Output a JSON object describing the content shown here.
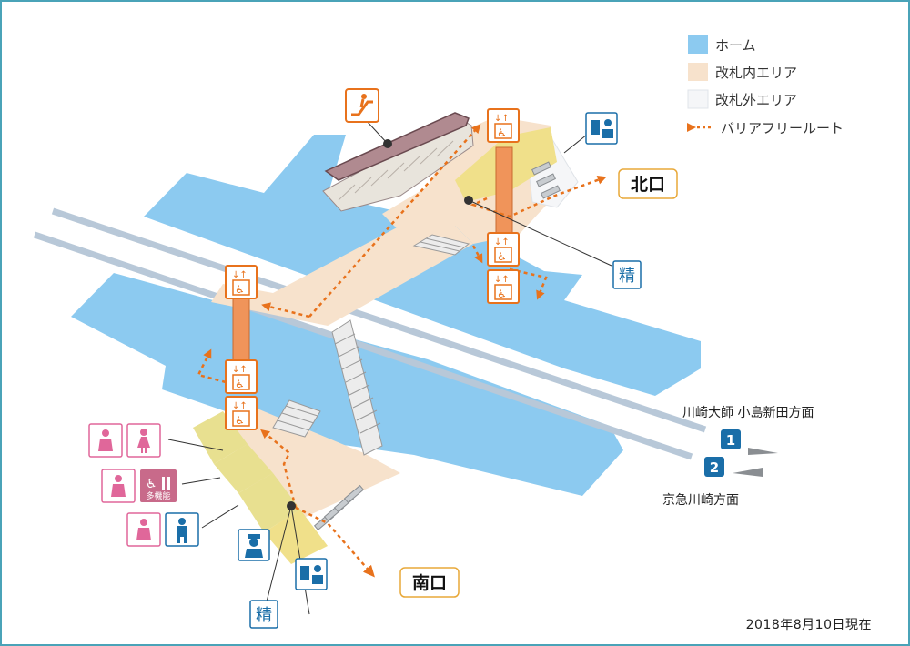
{
  "legend": [
    {
      "label": "ホーム",
      "color": "#8ccaf0"
    },
    {
      "label": "改札内エリア",
      "color": "#f7e2cc"
    },
    {
      "label": "改札外エリア",
      "color": "#f5f6f8"
    },
    {
      "label": "バリアフリールート",
      "color": "#e8721c"
    }
  ],
  "exits": {
    "north": "北口",
    "south": "南口"
  },
  "tracks": [
    {
      "number": "1",
      "direction": "川崎大師 小島新田方面"
    },
    {
      "number": "2",
      "direction": "京急川崎方面"
    }
  ],
  "icons": {
    "seisan_label": "精",
    "multi_label": "多機能"
  },
  "date_note": "2018年8月10日現在",
  "colors": {
    "platform": "#8ccaf0",
    "gate_inside": "#f7e2cc",
    "gate_outside": "#f5f6f8",
    "route": "#e8721c",
    "elevator": "#f0945a",
    "icon_border": "#e8721c",
    "info_blue": "#1a6ea8",
    "toilet_pink": "#e0679a",
    "toilet_blue": "#1a6ea8",
    "yellow_area": "#f0e08a",
    "border": "#4aa3b8"
  }
}
